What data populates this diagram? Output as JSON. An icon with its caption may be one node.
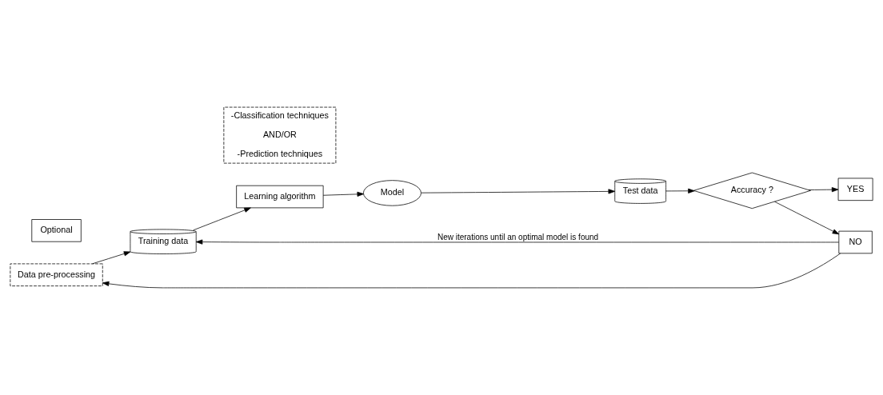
{
  "diagram": {
    "nodes": [
      {
        "text": [
          "Data pre-processing"
        ]
      },
      {
        "text": [
          "Training data"
        ]
      },
      {
        "text": [
          "Learning algorithm"
        ]
      },
      {
        "text": [
          "-Classification techniques",
          "AND/OR",
          "-Prediction techniques"
        ]
      },
      {
        "text": [
          "Model"
        ]
      },
      {
        "text": [
          "Test data"
        ]
      },
      {
        "text": [
          "Accuracy ?"
        ]
      },
      {
        "text": [
          "NO"
        ]
      },
      {
        "text": [
          "YES"
        ]
      },
      {
        "text": [
          "Optional"
        ]
      }
    ],
    "edges": [
      {
        "from": 0,
        "to": 1,
        "arrow": "to"
      },
      {
        "from": 1,
        "to": 2,
        "arrow": "to"
      },
      {
        "from": 2,
        "to": 4,
        "arrow": "to"
      },
      {
        "from": 4,
        "to": 5,
        "arrow": "to"
      },
      {
        "from": 5,
        "to": 6,
        "arrow": "to"
      },
      {
        "from": 6,
        "to": 7,
        "arrow": "to"
      },
      {
        "from": 6,
        "to": 8,
        "arrow": "to"
      },
      {
        "from": 7,
        "to": 1,
        "arrow": "to",
        "label": "New iterations until an optimal model is found"
      },
      {
        "from": 7,
        "to": 0,
        "arrow": "to"
      }
    ]
  }
}
